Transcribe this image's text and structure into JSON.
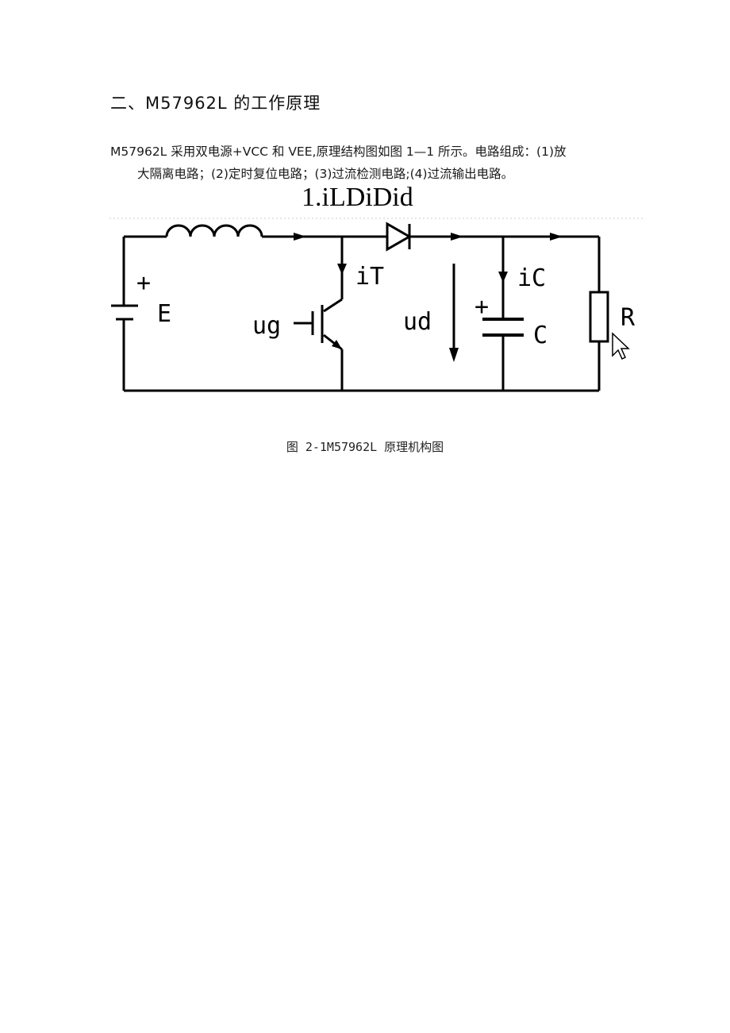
{
  "heading": "二、M57962L 的工作原理",
  "paragraph": {
    "line1": "M57962L 采用双电源+VCC 和 VEE,原理结构图如图 1—1 所示。电路组成：(1)放",
    "line2": "大隔离电路；(2)定时复位电路；(3)过流检测电路;(4)过流输出电路。"
  },
  "overlay_text": "1.iLDiDid",
  "circuit": {
    "labels": {
      "source": "E",
      "transistor_current": "iT",
      "gate_voltage": "ug",
      "diode_voltage": "ud",
      "capacitor_current": "iC",
      "capacitor": "C",
      "resistor": "R",
      "plus_source": "+",
      "plus_capacitor": "+"
    }
  },
  "caption": "图 2-1M57962L 原理机构图"
}
